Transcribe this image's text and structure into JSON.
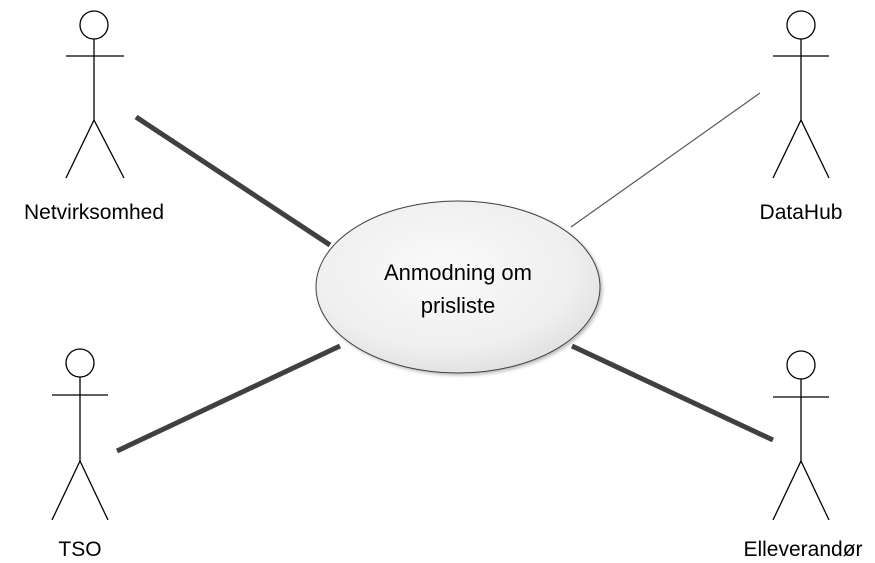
{
  "use_case": {
    "line1": "Anmodning om",
    "line2": "prisliste"
  },
  "actors": {
    "netvirksomhed": "Netvirksomhed",
    "datahub": "DataHub",
    "tso": "TSO",
    "elleverandor": "Elleverandør"
  },
  "colors": {
    "ellipse_fill_light": "#f7f7f7",
    "ellipse_fill_dark": "#e0e0e0",
    "association_primary": "#404040",
    "association_secondary": "#595959"
  }
}
